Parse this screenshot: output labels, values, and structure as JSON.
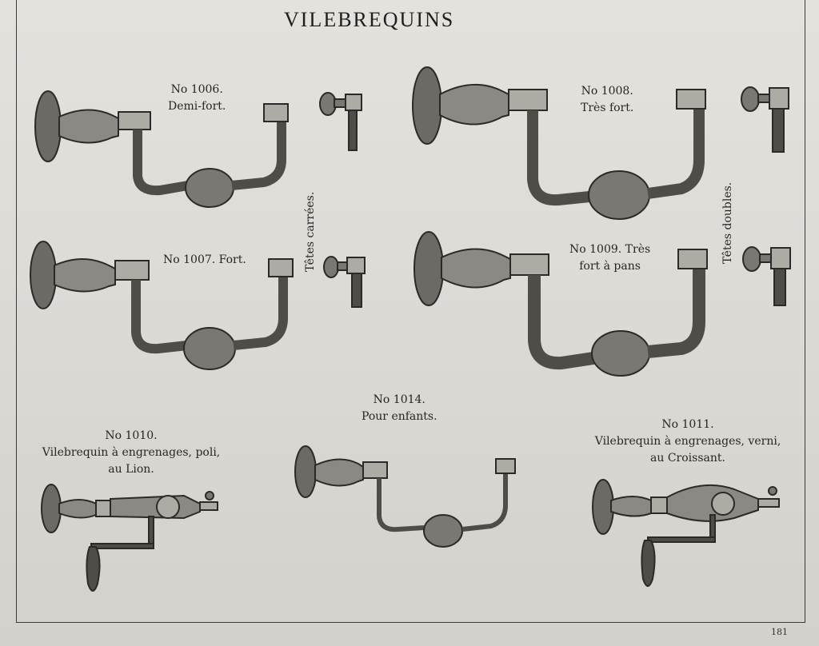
{
  "title": "VILEBREQUINS",
  "page_number": "181",
  "items": [
    {
      "number": "No 1006.",
      "description": "Demi-fort."
    },
    {
      "number": "No 1007. Fort.",
      "description": ""
    },
    {
      "number": "No 1008.",
      "description": "Très fort."
    },
    {
      "number": "No 1009. Très",
      "description": "fort à pans"
    },
    {
      "number": "No 1014.",
      "description": "Pour enfants."
    },
    {
      "number": "No 1010.",
      "description": "Vilebrequin à engrenages, poli,",
      "description2": "au Lion."
    },
    {
      "number": "No 1011.",
      "description": "Vilebrequin à engrenages, verni,",
      "description2": "au Croissant."
    }
  ],
  "side_labels": {
    "square_heads": "Têtes carrées.",
    "double_heads": "Têtes doubles."
  }
}
